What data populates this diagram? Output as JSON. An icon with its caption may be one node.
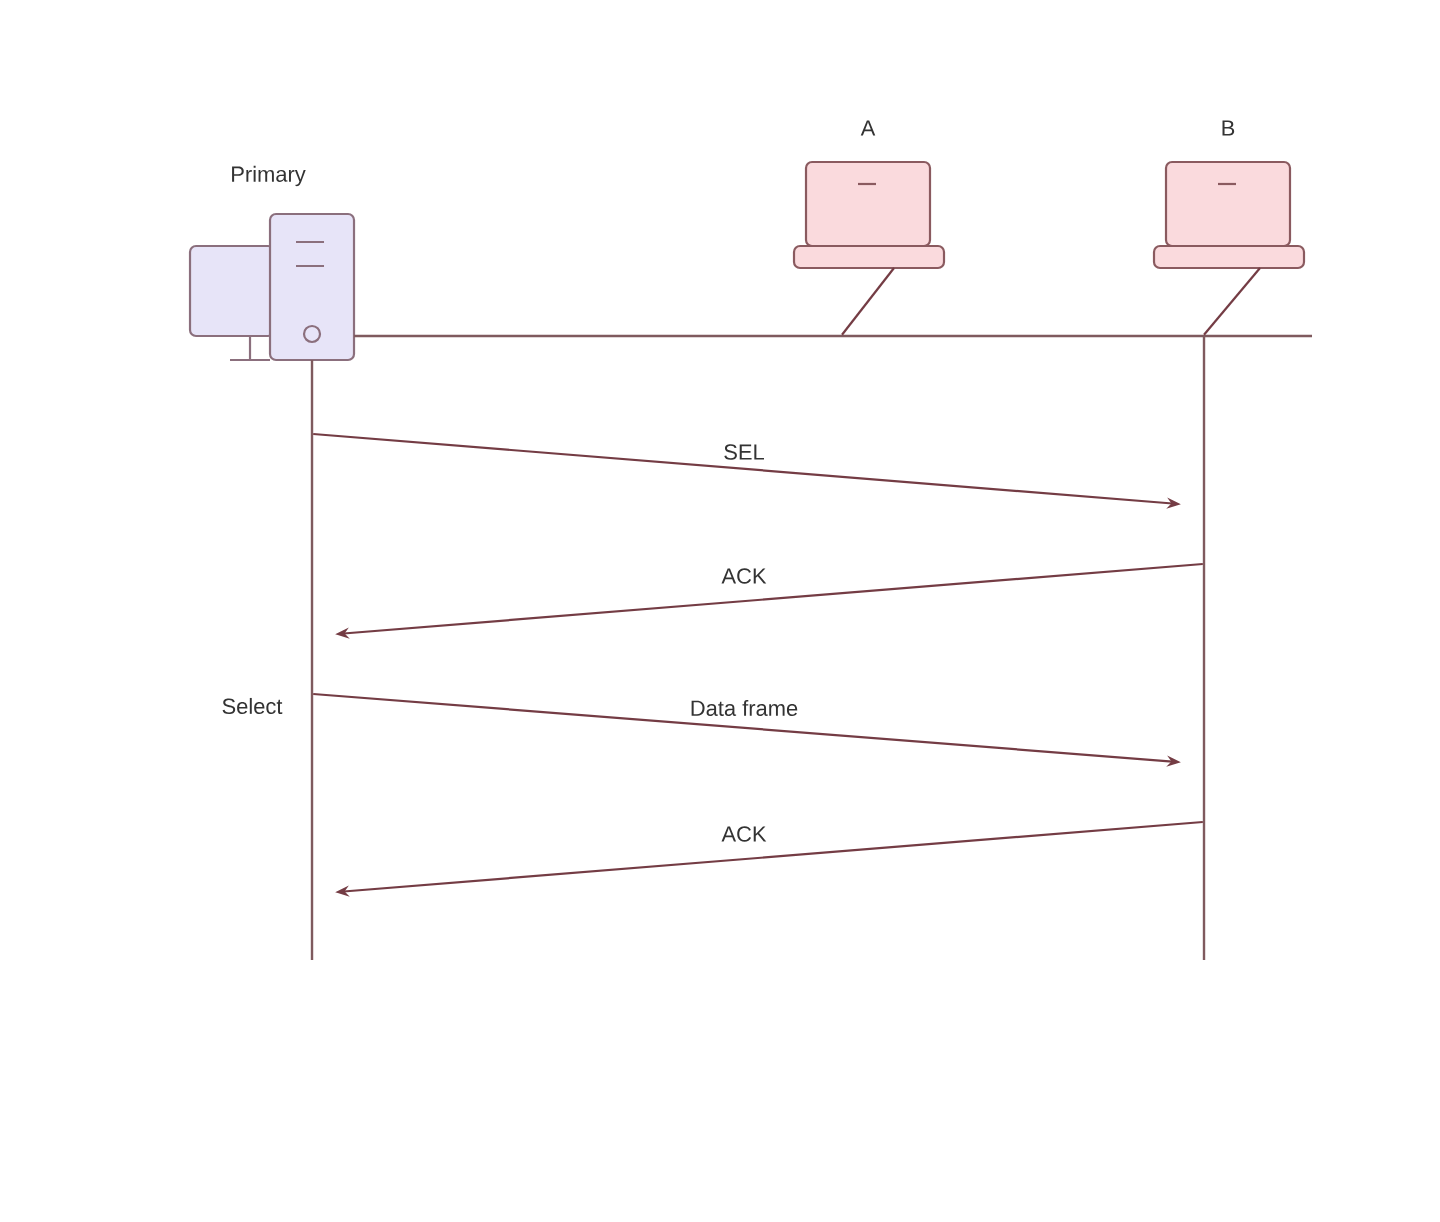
{
  "diagram": {
    "nodes": [
      {
        "text": [
          "Primary"
        ]
      },
      {
        "text": [
          "A"
        ]
      },
      {
        "text": [
          "B"
        ]
      },
      {
        "text": [],
        "shape": "bar"
      },
      {
        "text": [],
        "shape": "bar"
      },
      {
        "text": [],
        "shape": "bar"
      }
    ],
    "edges": [
      {
        "from": 1,
        "to": 3,
        "arrow": "none"
      },
      {
        "from": 2,
        "to": 3,
        "arrow": "none"
      },
      {
        "from": 4,
        "to": 5,
        "arrow": "to",
        "label": "SEL"
      },
      {
        "from": 5,
        "to": 4,
        "arrow": "to",
        "label": "ACK"
      },
      {
        "from": 4,
        "to": 5,
        "arrow": "to",
        "label": "Data frame"
      },
      {
        "from": 5,
        "to": 4,
        "arrow": "to",
        "label": "ACK"
      }
    ],
    "labels": [
      "Select"
    ]
  }
}
